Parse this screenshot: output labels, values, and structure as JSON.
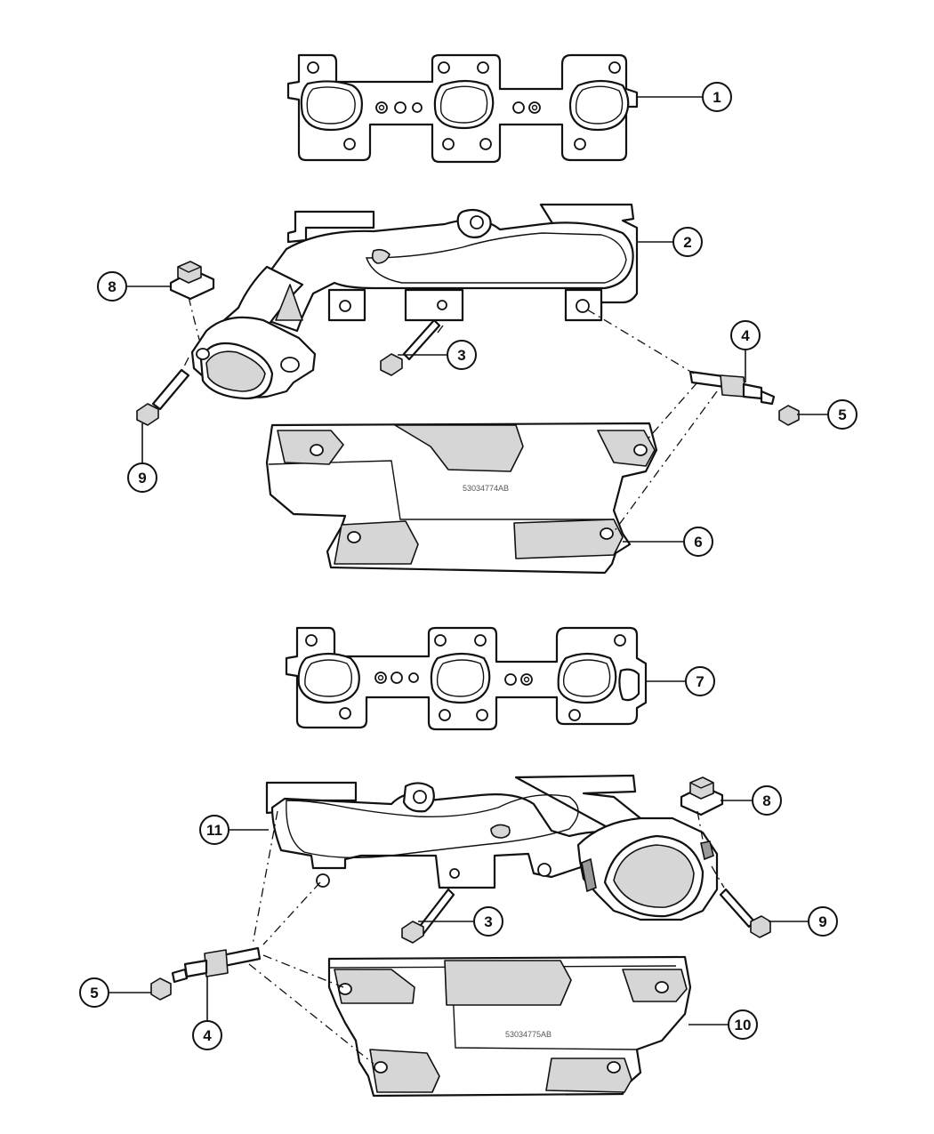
{
  "diagram": {
    "callouts": [
      {
        "label": "1"
      },
      {
        "label": "2"
      },
      {
        "label": "3"
      },
      {
        "label": "4"
      },
      {
        "label": "5"
      },
      {
        "label": "6"
      },
      {
        "label": "7"
      },
      {
        "label": "8"
      },
      {
        "label": "9"
      },
      {
        "label": "10"
      },
      {
        "label": "11"
      },
      {
        "label": "3"
      },
      {
        "label": "4"
      },
      {
        "label": "5"
      },
      {
        "label": "8"
      },
      {
        "label": "9"
      }
    ],
    "stamps": {
      "right_shield": "53034774AB",
      "left_shield": "53034775AB"
    }
  }
}
